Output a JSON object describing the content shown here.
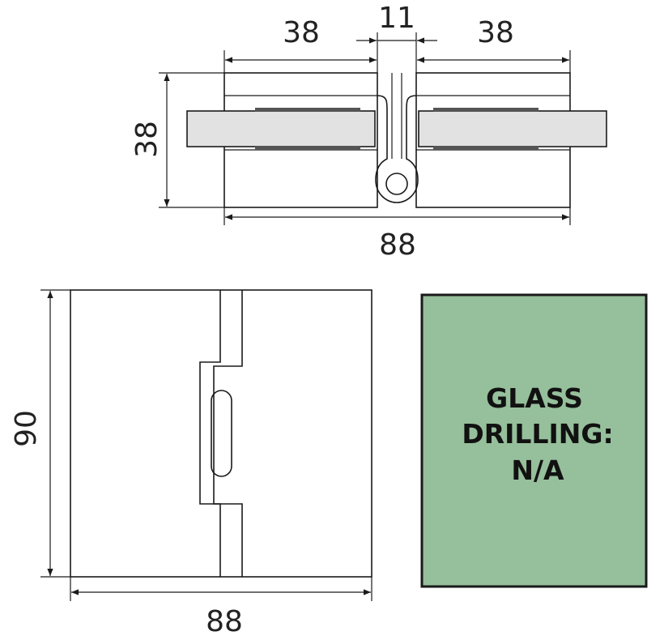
{
  "dimensions": {
    "top_left_width": "38",
    "top_gap": "11",
    "top_right_width": "38",
    "top_height": "38",
    "top_total_width": "88",
    "front_height": "90",
    "front_width": "88"
  },
  "note": {
    "line1": "GLASS",
    "line2": "DRILLING:",
    "line3": "N/A"
  },
  "colors": {
    "note_fill": "#96bf9b",
    "glass_fill": "#e2e2e2",
    "stroke": "#1a1a1a"
  }
}
